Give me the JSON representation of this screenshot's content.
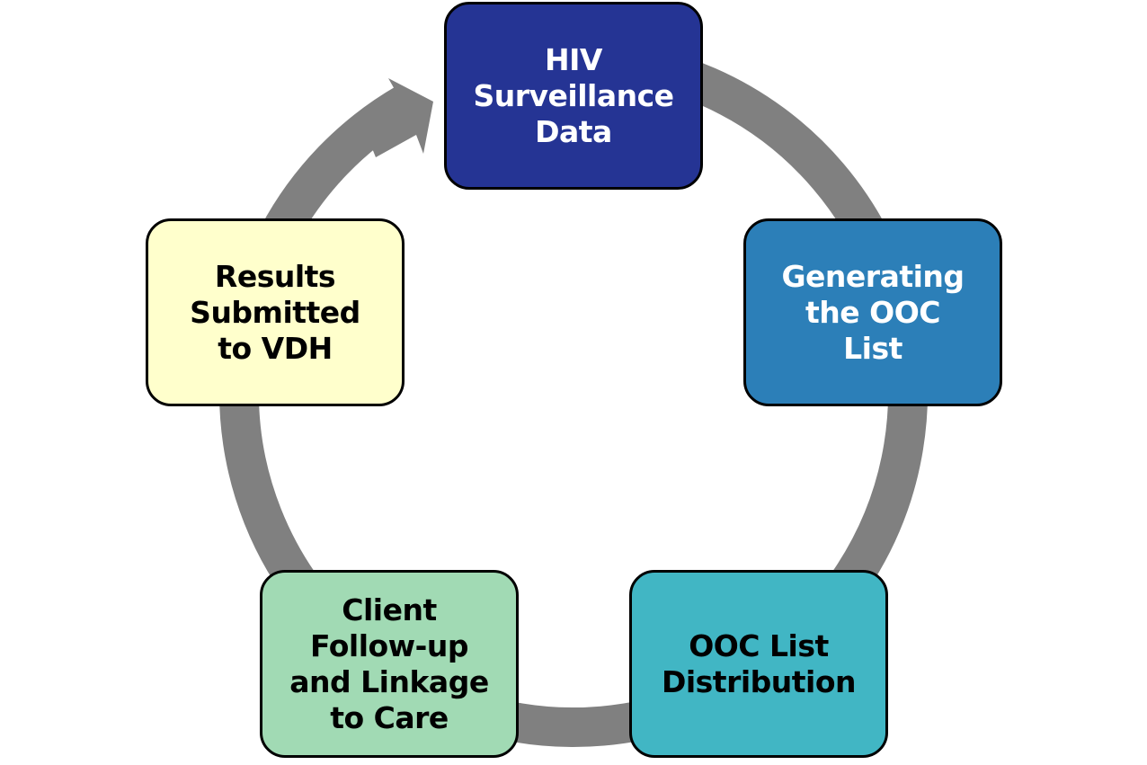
{
  "diagram": {
    "type": "cycle",
    "connector_color": "#808080",
    "direction": "clockwise",
    "steps": [
      {
        "label": "HIV\nSurveillance\nData",
        "fill": "#253494",
        "text_color": "#ffffff"
      },
      {
        "label": "Generating\nthe OOC\nList",
        "fill": "#2c7fb8",
        "text_color": "#ffffff"
      },
      {
        "label": "OOC List\nDistribution",
        "fill": "#41b6c4",
        "text_color": "#000000"
      },
      {
        "label": "Client\nFollow-up\nand Linkage\nto Care",
        "fill": "#a1dab4",
        "text_color": "#000000"
      },
      {
        "label": "Results\nSubmitted\nto VDH",
        "fill": "#ffffcc",
        "text_color": "#000000"
      }
    ]
  }
}
